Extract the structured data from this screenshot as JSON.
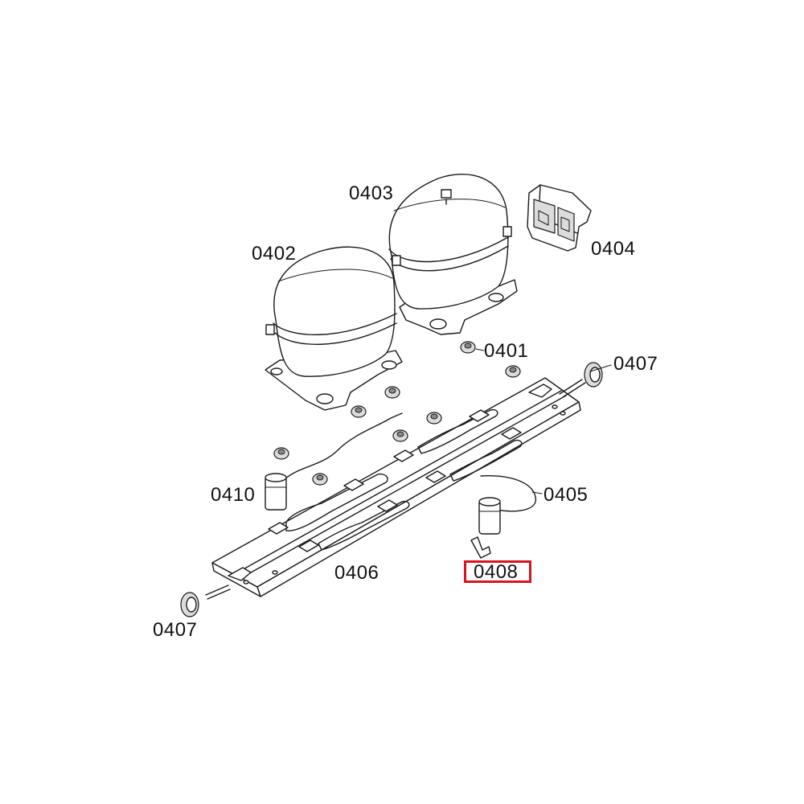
{
  "labels": {
    "p0401": "0401",
    "p0402": "0402",
    "p0403": "0403",
    "p0404": "0404",
    "p0405": "0405",
    "p0406": "0406",
    "p0407_right": "0407",
    "p0407_left": "0407",
    "p0408": "0408",
    "p0410": "0410"
  },
  "highlight": {
    "part": "0408",
    "color": "#d9141e"
  }
}
